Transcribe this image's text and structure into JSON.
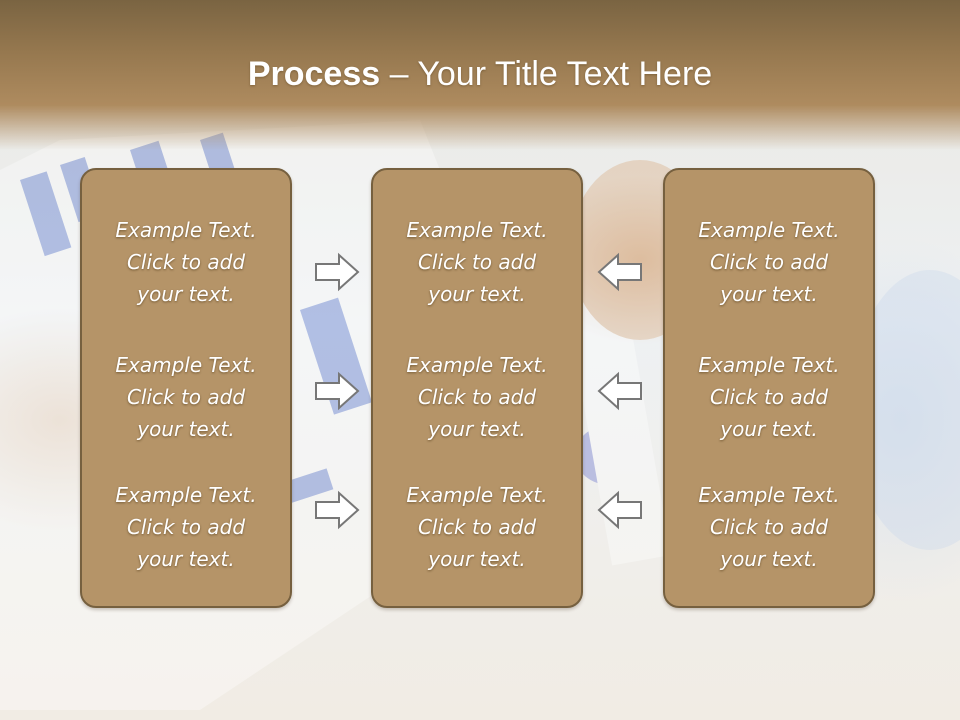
{
  "title": {
    "bold": "Process",
    "rest": " – Your Title Text Here"
  },
  "columns": [
    {
      "items": [
        {
          "l1": "Example Text.",
          "l2": "Click  to add",
          "l3": "your text."
        },
        {
          "l1": "Example Text.",
          "l2": "Click  to add",
          "l3": "your text."
        },
        {
          "l1": "Example Text.",
          "l2": "Click  to add",
          "l3": "your text."
        }
      ]
    },
    {
      "items": [
        {
          "l1": "Example Text.",
          "l2": "Click  to add",
          "l3": "your text."
        },
        {
          "l1": "Example Text.",
          "l2": "Click  to add",
          "l3": "your text."
        },
        {
          "l1": "Example Text.",
          "l2": "Click  to add",
          "l3": "your text."
        }
      ]
    },
    {
      "items": [
        {
          "l1": "Example Text.",
          "l2": "Click  to add",
          "l3": "your text."
        },
        {
          "l1": "Example Text.",
          "l2": "Click  to add",
          "l3": "your text."
        },
        {
          "l1": "Example Text.",
          "l2": "Click  to add",
          "l3": "your text."
        }
      ]
    }
  ],
  "arrows": {
    "left": [
      "right-arrow-icon",
      "right-arrow-icon",
      "right-arrow-icon"
    ],
    "right": [
      "left-arrow-icon",
      "left-arrow-icon",
      "left-arrow-icon"
    ]
  },
  "colors": {
    "header": "#96784f",
    "box_fill": "#b59468",
    "box_border": "#76603f",
    "text": "#ffffff"
  }
}
